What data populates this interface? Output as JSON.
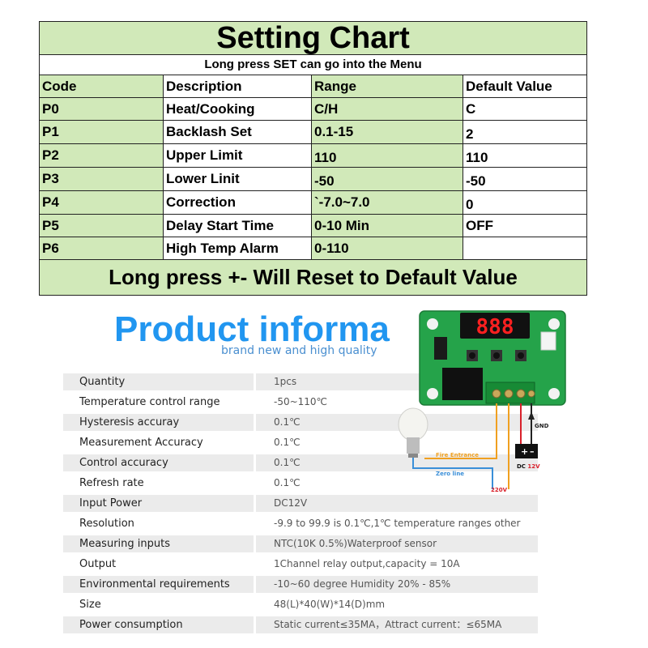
{
  "setting_chart": {
    "title": "Setting Chart",
    "subtitle": "Long press SET can go into the Menu",
    "columns": [
      "Code",
      "Description",
      "Range",
      "Default Value"
    ],
    "rows": [
      [
        "P0",
        "Heat/Cooking",
        "C/H",
        "C"
      ],
      [
        "P1",
        "Backlash Set",
        "0.1-15",
        "2"
      ],
      [
        "P2",
        "Upper Limit",
        "110",
        "110"
      ],
      [
        "P3",
        "Lower Linit",
        "-50",
        "-50"
      ],
      [
        "P4",
        "Correction",
        "`-7.0~7.0",
        "0"
      ],
      [
        "P5",
        "Delay Start Time",
        "0-10 Min",
        "OFF"
      ],
      [
        "P6",
        "High Temp Alarm",
        "0-110",
        ""
      ]
    ],
    "footer": "Long press +- Will Reset to Default Value"
  },
  "product_info": {
    "heading": "Product informa",
    "subheading": "brand new and high quality",
    "specs": [
      {
        "label": "Quantity",
        "value": "1pcs"
      },
      {
        "label": "Temperature control range",
        "value": "-50~110℃"
      },
      {
        "label": "Hysteresis accuray",
        "value": "0.1℃"
      },
      {
        "label": "Measurement Accuracy",
        "value": "0.1℃"
      },
      {
        "label": "Control accuracy",
        "value": "0.1℃"
      },
      {
        "label": "Refresh rate",
        "value": "0.1℃"
      },
      {
        "label": "Input Power",
        "value": "DC12V"
      },
      {
        "label": "Resolution",
        "value": "-9.9 to 99.9 is 0.1℃,1℃ temperature ranges other"
      },
      {
        "label": "Measuring inputs",
        "value": "NTC(10K 0.5%)Waterproof sensor"
      },
      {
        "label": "Output",
        "value": "1Channel relay output,capacity = 10A"
      },
      {
        "label": "Environmental requirements",
        "value": "-10~60 degree Humidity 20% - 85%"
      },
      {
        "label": "Size",
        "value": "48(L)*40(W)*14(D)mm"
      },
      {
        "label": "Power consumption",
        "value": "Static current≤35MA，Attract current：≤65MA"
      }
    ]
  },
  "wiring_diagram": {
    "display_text": "888",
    "fire_label": "Fire Entrance",
    "zero_label": "Zero line",
    "ac_label": "220V",
    "gnd_label": "GND",
    "dc_label_prefix": "DC",
    "dc_label_value": "12V",
    "battery_plus": "+",
    "battery_minus": "–",
    "colors": {
      "title_green": "#d1e9b9",
      "heading_blue": "#2196f0",
      "pcb_green": "#25a34a",
      "led_red": "#ff2020",
      "fire_wire": "#f0a020",
      "zero_wire": "#3a8fd8",
      "red_wire": "#d8202a"
    }
  }
}
